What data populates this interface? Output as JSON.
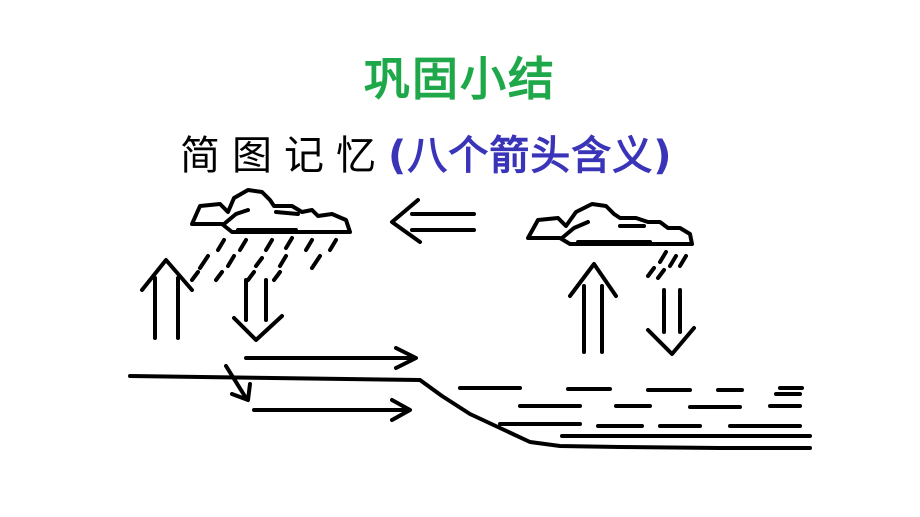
{
  "slide": {
    "title": "巩固小结",
    "subtitle_main": "简图记忆",
    "subtitle_paren": "(八个箭头含义)"
  },
  "colors": {
    "title": "#1fa84a",
    "subtitle_main": "#000000",
    "subtitle_paren": "#3a35b8",
    "ink": "#000000"
  },
  "icons": [
    "cloud-icon",
    "rain-icon",
    "arrow-icon"
  ]
}
